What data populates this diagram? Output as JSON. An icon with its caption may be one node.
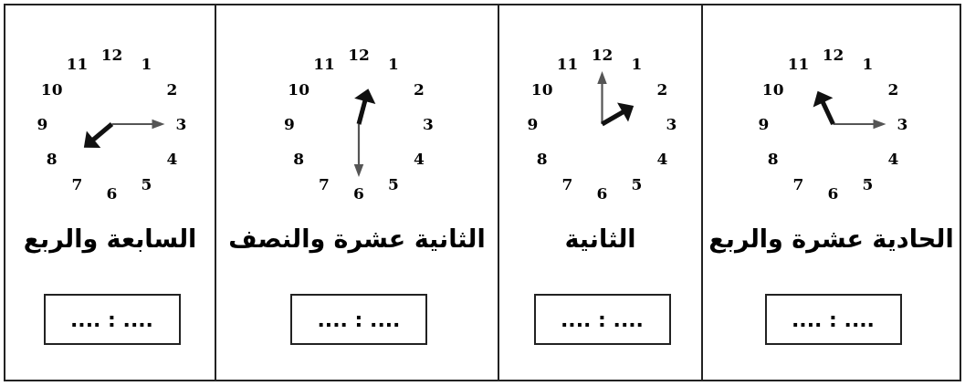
{
  "diagram": {
    "nodes": [
      {
        "text": [
          "الحادية عشرة والربع"
        ]
      },
      {
        "text": [
          "الثانية"
        ]
      },
      {
        "text": [
          "الثانية عشرة والنصف"
        ]
      },
      {
        "text": [
          "السابعة والربع"
        ]
      },
      {
        "text": [
          ".... : ...."
        ],
        "in": 0
      },
      {
        "text": [
          ".... : ...."
        ],
        "in": 1
      },
      {
        "text": [
          ".... : ...."
        ],
        "in": 2
      },
      {
        "text": [
          ".... : ...."
        ],
        "in": 3
      }
    ],
    "labels": [
      "12",
      "1",
      "2",
      "3",
      "4",
      "5",
      "6",
      "7",
      "8",
      "9",
      "10",
      "11",
      "12",
      "1",
      "2",
      "3",
      "4",
      "5",
      "6",
      "7",
      "8",
      "9",
      "10",
      "11",
      "12",
      "1",
      "2",
      "3",
      "4",
      "5",
      "6",
      "7",
      "8",
      "9",
      "10",
      "11",
      "12",
      "1",
      "2",
      "3",
      "4",
      "5",
      "6",
      "7",
      "8",
      "9",
      "10",
      "11"
    ]
  }
}
